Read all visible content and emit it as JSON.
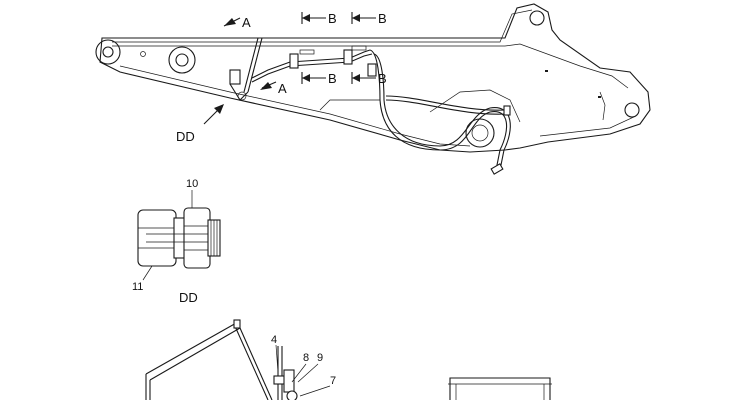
{
  "section_labels": {
    "a_top": "A",
    "a_mid": "A",
    "b_top_1": "B",
    "b_top_2": "B",
    "b_mid_1": "B",
    "b_mid_2": "B"
  },
  "detail_callout": "DD",
  "detail_title": "DD",
  "part_numbers": {
    "p10": "10",
    "p11": "11",
    "p4": "4",
    "p8": "8",
    "p9": "9",
    "p7": "7"
  },
  "colors": {
    "line": "#1a1a1a",
    "background": "#ffffff"
  }
}
